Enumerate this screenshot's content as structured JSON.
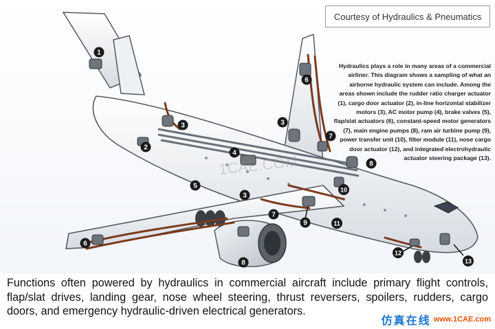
{
  "credit": "Courtesy of  Hydraulics & Pneumatics",
  "description": "Hydraulics plays a role in many areas of a commercial airliner. This diagram shows a sampling of what an airborne hydraulic system can include. Among the areas shown include the rudder ratio charger actuator (1), cargo door actuator (2), in-line horizontal stabilizer motors (3), AC motor pump (4), brake valves (5), flap/slat actuators (6), constant-speed motor generators (7), main engine pumps (8), ram air turbine pump (9), power transfer unit (10), filter module (11), nose cargo door actuator (12), and integrated electrohydraulic actuator steering package (13).",
  "caption": "Functions often powered by hydraulics in commercial aircraft include primary flight controls, flap/slat drives, landing gear, nose wheel steering, thrust reversers, spoilers, rudders, cargo doors, and emergency hydraulic-driven electrical generators.",
  "watermark": "1CAE.COM",
  "stamp": {
    "cn": "仿真在线",
    "site": "www.1CAE.com"
  },
  "callouts": [
    {
      "label": "1"
    },
    {
      "label": "2"
    },
    {
      "label": "3"
    },
    {
      "label": "3"
    },
    {
      "label": "3"
    },
    {
      "label": "4"
    },
    {
      "label": "5"
    },
    {
      "label": "6"
    },
    {
      "label": "6"
    },
    {
      "label": "7"
    },
    {
      "label": "7"
    },
    {
      "label": "8"
    },
    {
      "label": "8"
    },
    {
      "label": "9"
    },
    {
      "label": "10"
    },
    {
      "label": "11"
    },
    {
      "label": "12"
    },
    {
      "label": "13"
    }
  ],
  "colors": {
    "airframe": "#f4f6f8",
    "outline": "#555a60",
    "hydraulic_line": "#7a3a1c",
    "callout_fill": "#1a1a1a"
  }
}
